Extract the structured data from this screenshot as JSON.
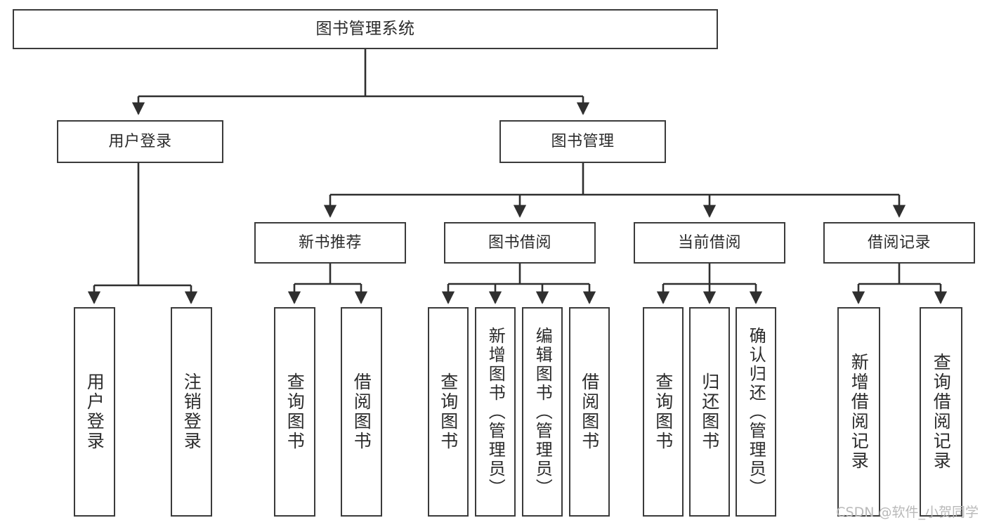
{
  "diagram": {
    "title": "图书管理系统",
    "type": "tree-hierarchy",
    "watermark": "CSDN @软件_小贺同学",
    "colors": {
      "box_border": "#3b3b3b",
      "box_fill": "#ffffff",
      "edge": "#2f2f2f",
      "text": "#2b2b2b",
      "watermark": "#b9b9b9"
    },
    "levels": {
      "root": {
        "label": "图书管理系统"
      },
      "level2": [
        {
          "label": "用户登录"
        },
        {
          "label": "图书管理"
        }
      ],
      "level3": [
        {
          "label": "新书推荐"
        },
        {
          "label": "图书借阅"
        },
        {
          "label": "当前借阅"
        },
        {
          "label": "借阅记录"
        }
      ],
      "leaves": {
        "user_login": [
          {
            "label": "用户登录"
          },
          {
            "label": "注销登录"
          }
        ],
        "new_book": [
          {
            "label": "查询图书"
          },
          {
            "label": "借阅图书"
          }
        ],
        "book_borrow": [
          {
            "label": "查询图书"
          },
          {
            "label": "新增图书（管理员）"
          },
          {
            "label": "编辑图书（管理员）"
          },
          {
            "label": "借阅图书"
          }
        ],
        "current_borrow": [
          {
            "label": "查询图书"
          },
          {
            "label": "归还图书"
          },
          {
            "label": "确认归还（管理员）"
          }
        ],
        "borrow_record": [
          {
            "label": "新增借阅记录"
          },
          {
            "label": "查询借阅记录"
          }
        ]
      }
    }
  }
}
